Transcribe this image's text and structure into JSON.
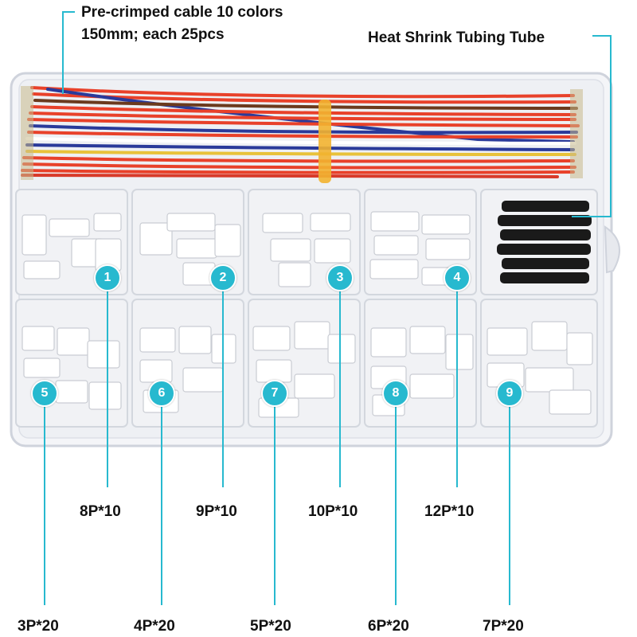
{
  "captions": {
    "cable_line1": "Pre-crimped cable 10 colors",
    "cable_line2": "150mm; each 25pcs",
    "heat_shrink": "Heat Shrink Tubing Tube"
  },
  "compartments": [
    {
      "number": "1",
      "label": "8P*10"
    },
    {
      "number": "2",
      "label": "9P*10"
    },
    {
      "number": "3",
      "label": "10P*10"
    },
    {
      "number": "4",
      "label": "12P*10"
    },
    {
      "number": "5",
      "label": "3P*20"
    },
    {
      "number": "6",
      "label": "4P*20"
    },
    {
      "number": "7",
      "label": "5P*20"
    },
    {
      "number": "8",
      "label": "6P*20"
    },
    {
      "number": "9",
      "label": "7P*20"
    }
  ],
  "colors": {
    "accent": "#27b9cf",
    "wire_red": "#e8412a",
    "wire_blue": "#2a3a9a",
    "wire_brown": "#6b3a1e",
    "heat_shrink": "#1a1a1a"
  }
}
